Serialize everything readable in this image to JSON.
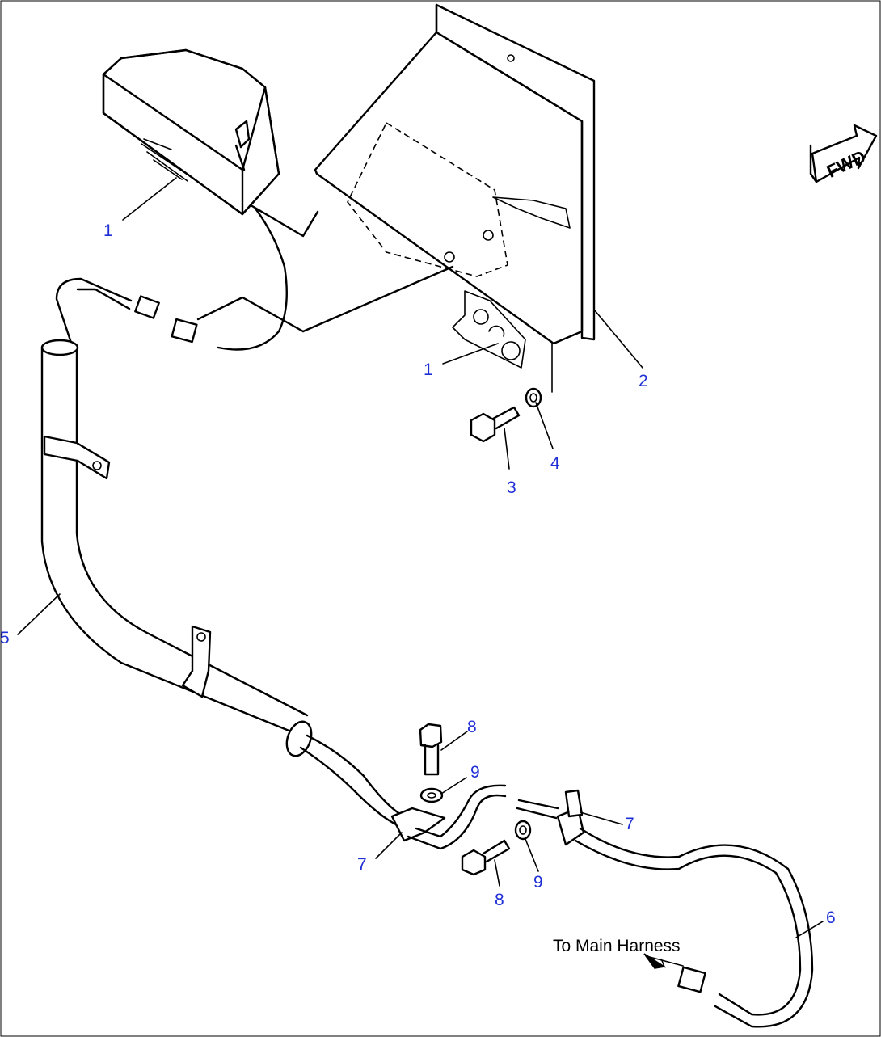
{
  "callout_color": "#1f2fd6",
  "fwd_label": "FWD",
  "note_label": "To Main Harness",
  "callouts": [
    {
      "text": "1"
    },
    {
      "text": "1"
    },
    {
      "text": "2"
    },
    {
      "text": "3"
    },
    {
      "text": "4"
    },
    {
      "text": "5"
    },
    {
      "text": "6"
    },
    {
      "text": "7"
    },
    {
      "text": "7"
    },
    {
      "text": "8"
    },
    {
      "text": "8"
    },
    {
      "text": "9"
    },
    {
      "text": "9"
    }
  ]
}
